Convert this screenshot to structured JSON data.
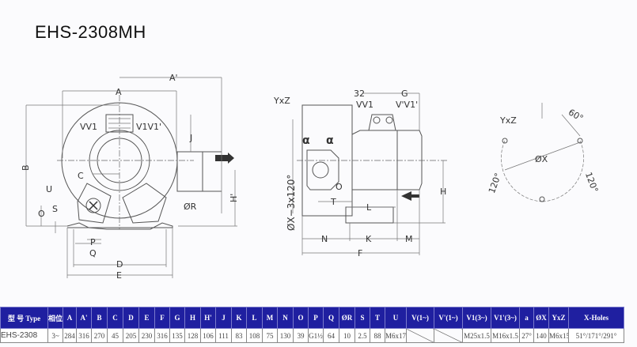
{
  "title": "EHS-2308MH",
  "drawing": {
    "front": {
      "A": "A",
      "A2": "A'",
      "B": "B",
      "C": "C",
      "D": "D",
      "E": "E",
      "J": "J",
      "H2": "H'",
      "P": "P",
      "Q": "Q",
      "O": "O",
      "S": "S",
      "U": "U",
      "R": "ØR",
      "VV1": "VV1",
      "V1V1": "V1V1'"
    },
    "side": {
      "YxZ": "YxZ",
      "n32": "32",
      "G": "G",
      "VV1": "VV1",
      "VV1b": "V'V1'",
      "alpha1": "α",
      "alpha2": "α",
      "X": "ØX−3x120°",
      "O": "O",
      "T": "T",
      "L": "L",
      "H": "H",
      "N": "N",
      "K": "K",
      "M": "M",
      "F": "F"
    },
    "flange": {
      "YxZ": "YxZ",
      "a60": "60°",
      "aL": "120°",
      "aR": "120°",
      "X": "ØX"
    }
  },
  "table": {
    "headers": [
      "型 号  Type",
      "相位",
      "A",
      "A'",
      "B",
      "C",
      "D",
      "E",
      "F",
      "G",
      "H",
      "H'",
      "J",
      "K",
      "L",
      "M",
      "N",
      "O",
      "P",
      "Q",
      "ØR",
      "S",
      "T",
      "U",
      "V(1~)",
      "V'(1~)",
      "V1(3~)",
      "V1'(3~)",
      "a",
      "ØX",
      "YxZ",
      "X-Holes"
    ],
    "row": [
      "EHS-2308",
      "3~",
      "284",
      "316",
      "270",
      "45",
      "205",
      "230",
      "316",
      "135",
      "128",
      "106",
      "111",
      "83",
      "108",
      "75",
      "130",
      "39",
      "G1½",
      "64",
      "10",
      "2.5",
      "88",
      "M6x17",
      "",
      "",
      "M25x1.5",
      "M16x1.5",
      "27°",
      "140",
      "M6x15",
      "51°/171°/291°"
    ]
  }
}
